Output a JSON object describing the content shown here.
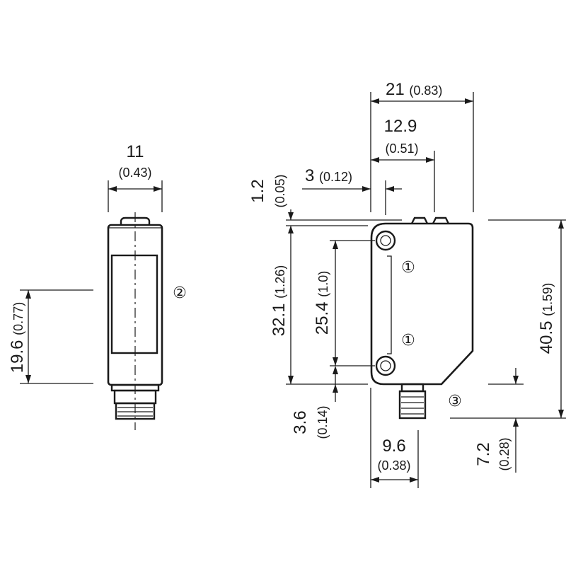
{
  "side_view": {
    "width": {
      "value": "11",
      "alt": "(0.43)"
    },
    "height": {
      "value": "19.6",
      "alt": "(0.77)"
    },
    "callout": "②"
  },
  "front_view": {
    "overall_width": {
      "value": "21",
      "alt": "(0.83)"
    },
    "optic_offset": {
      "value": "12.9",
      "alt": "(0.51)"
    },
    "edge_offset": {
      "value": "3",
      "alt": "(0.12)"
    },
    "top_offset": {
      "value": "1.2",
      "alt": "(0.05)"
    },
    "body_height": {
      "value": "32.1",
      "alt": "(1.26)"
    },
    "hole_spacing": {
      "value": "25.4",
      "alt": "(1.0)"
    },
    "overall_height": {
      "value": "40.5",
      "alt": "(1.59)"
    },
    "bottom_offset": {
      "value": "3.6",
      "alt": "(0.14)"
    },
    "connector_offset": {
      "value": "9.6",
      "alt": "(0.38)"
    },
    "connector_length": {
      "value": "7.2",
      "alt": "(0.28)"
    },
    "callout_upper": "①",
    "callout_lower": "①",
    "callout_connector": "③"
  }
}
